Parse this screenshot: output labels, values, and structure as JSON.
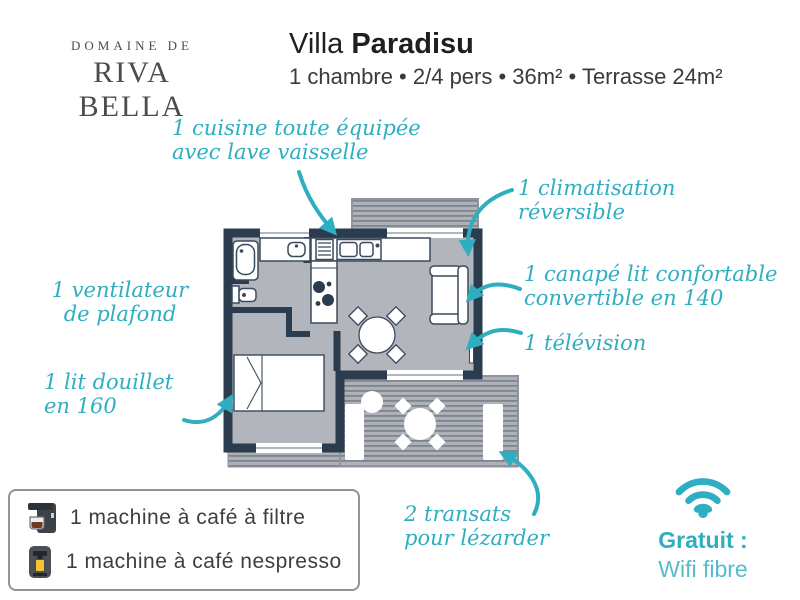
{
  "brand": {
    "line1": "DOMAINE DE",
    "line2": "RIVA BELLA"
  },
  "header": {
    "title_regular": "Villa ",
    "title_bold": "Paradisu",
    "subtitle": "1 chambre • 2/4 pers • 36m² • Terrasse 24m²"
  },
  "annotations": {
    "kitchen": {
      "lines": [
        "1 cuisine toute équipée",
        "avec lave vaisselle"
      ]
    },
    "ac": {
      "lines": [
        "1 climatisation",
        "réversible"
      ]
    },
    "sofa": {
      "lines": [
        "1 canapé lit confortable",
        "convertible en 140"
      ]
    },
    "tv": {
      "lines": [
        "1 télévision"
      ]
    },
    "fan": {
      "lines": [
        "1 ventilateur",
        "de plafond"
      ]
    },
    "bed": {
      "lines": [
        "1 lit douillet",
        "en 160"
      ]
    },
    "loungers": {
      "lines": [
        "2 transats",
        "pour lézarder"
      ]
    }
  },
  "amenities": [
    {
      "icon": "filter-coffee-machine-icon",
      "label": "1 machine à café à filtre"
    },
    {
      "icon": "nespresso-machine-icon",
      "label": "1 machine à café nespresso"
    }
  ],
  "wifi": {
    "label_bold": "Gratuit :",
    "label": "Wifi fibre"
  },
  "colors": {
    "accent": "#2eaec0",
    "wall": "#2b3c4f",
    "floor": "#b2b6bc",
    "deck_background": "#aeb2b8",
    "deck_stripe": "#7f858e"
  }
}
